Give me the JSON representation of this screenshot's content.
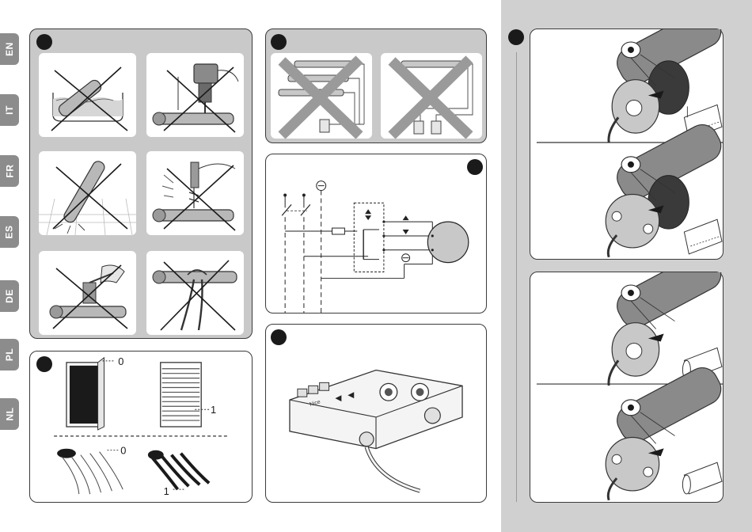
{
  "language_tabs": [
    {
      "code": "EN"
    },
    {
      "code": "IT"
    },
    {
      "code": "FR"
    },
    {
      "code": "ES"
    },
    {
      "code": "DE"
    },
    {
      "code": "PL"
    },
    {
      "code": "NL"
    }
  ],
  "colors": {
    "tab_gray": "#8c8c8c",
    "panel_gray": "#c9c9c9",
    "band_gray": "#d0d0d0",
    "ink": "#1a1a1a",
    "cross_gray": "#9a9a9a"
  },
  "rolling_figure": {
    "label_zero_top": "0",
    "label_one_top": "1",
    "label_zero_bottom": "0",
    "label_one_bottom": "1"
  },
  "control_unit": {
    "brand_mark": "Nice"
  }
}
